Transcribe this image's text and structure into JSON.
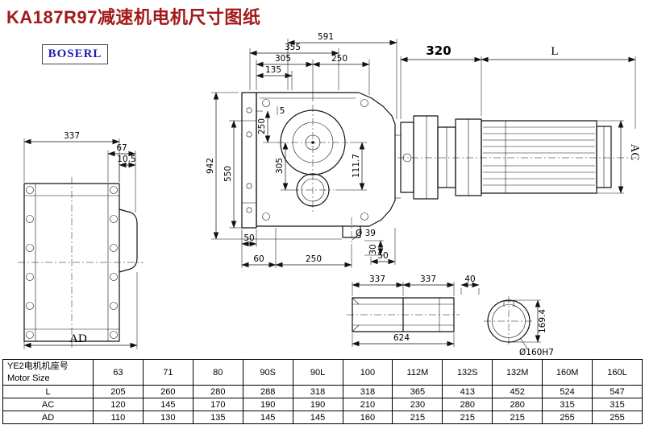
{
  "page": {
    "title": "KA187R97减速机电机尺寸图纸",
    "logo_text": "BOSERL"
  },
  "colors": {
    "title_red": "#a21a1a",
    "logo_blue": "#1b1bb8",
    "line_black": "#111111"
  },
  "dims": {
    "front_view": {
      "d591": "591",
      "d355": "355",
      "d305_top": "305",
      "d250_top": "250",
      "d135": "135",
      "d250_left": "250",
      "d5": "5",
      "d305_left": "305",
      "d550": "550",
      "d942": "942",
      "d111_7": "111.7",
      "d50_left": "50",
      "d60": "60",
      "d250_bottom": "250",
      "d39": "Ø 39",
      "d30": "30",
      "d50_right": "50"
    },
    "motor_view": {
      "d320": "320",
      "dL": "L",
      "dAC": "AC"
    },
    "side_view": {
      "d337": "337",
      "d67": "67",
      "d10_5": "10.5",
      "dAD": "AD"
    },
    "shaft_view": {
      "d337a": "337",
      "d337b": "337",
      "d40": "40",
      "d624": "624"
    },
    "bore_view": {
      "d169_4": "169.4",
      "d160h7": "Ø160H7"
    }
  },
  "table": {
    "header_cn": "YE2电机机座号",
    "header_en": "Motor Size",
    "sizes": [
      "63",
      "71",
      "80",
      "90S",
      "90L",
      "100",
      "112M",
      "132S",
      "132M",
      "160M",
      "160L"
    ],
    "rows": [
      {
        "label": "L",
        "values": [
          "205",
          "260",
          "280",
          "288",
          "318",
          "318",
          "365",
          "413",
          "452",
          "524",
          "547"
        ]
      },
      {
        "label": "AC",
        "values": [
          "120",
          "145",
          "170",
          "190",
          "190",
          "210",
          "230",
          "280",
          "280",
          "315",
          "315"
        ]
      },
      {
        "label": "AD",
        "values": [
          "110",
          "130",
          "135",
          "145",
          "145",
          "160",
          "215",
          "215",
          "215",
          "255",
          "255"
        ]
      }
    ]
  }
}
